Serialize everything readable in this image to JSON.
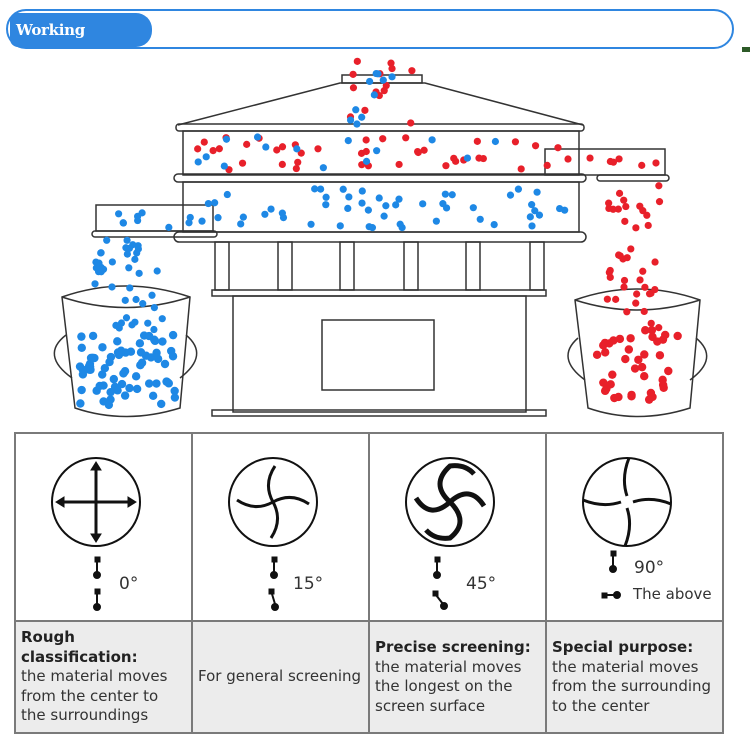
{
  "header": {
    "title": "Working principle"
  },
  "colors": {
    "accent": "#2f86e0",
    "fine": "#1e88e5",
    "coarse": "#e8202a"
  },
  "modes": [
    {
      "angle": "0°",
      "title": "Rough classification:",
      "desc": "the material moves from the center to the surroundings",
      "icon": "cross-arrows-icon"
    },
    {
      "angle": "15°",
      "title": "",
      "desc": "For general screening",
      "icon": "swirl-arrows-icon"
    },
    {
      "angle": "45°",
      "title": "Precise screening:",
      "desc": "the material moves the longest on the screen surface",
      "icon": "strong-swirl-arrows-icon"
    },
    {
      "angle": "90°",
      "extra": "The above",
      "title": "Special purpose:",
      "desc": "the material moves from the surrounding to the center",
      "icon": "inward-arrows-icon"
    }
  ]
}
